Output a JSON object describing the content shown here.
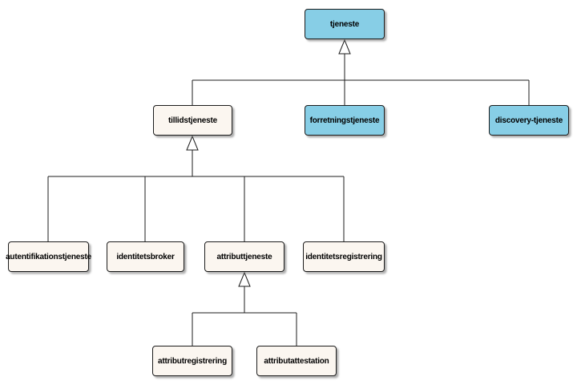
{
  "diagram": {
    "nodes": {
      "tjeneste": {
        "label": "tjeneste",
        "fill": "highlight"
      },
      "tillidstjeneste": {
        "label": "tillidstjeneste",
        "fill": "default"
      },
      "forretningstjeneste": {
        "label": "forretningstjeneste",
        "fill": "highlight"
      },
      "discovery-tjeneste": {
        "label": "discovery-tjeneste",
        "fill": "highlight"
      },
      "autentifikationstjeneste": {
        "label": "autentifikationstjeneste",
        "fill": "default"
      },
      "identitetsbroker": {
        "label": "identitetsbroker",
        "fill": "default"
      },
      "attributtjeneste": {
        "label": "attributtjeneste",
        "fill": "default"
      },
      "identitetsregistrering": {
        "label": "identitetsregistrering",
        "fill": "default"
      },
      "attributregistrering": {
        "label": "attributregistrering",
        "fill": "default"
      },
      "attributattestation": {
        "label": "attributattestation",
        "fill": "default"
      }
    },
    "edges": [
      {
        "from": "tillidstjeneste",
        "to": "tjeneste",
        "type": "generalization"
      },
      {
        "from": "forretningstjeneste",
        "to": "tjeneste",
        "type": "generalization"
      },
      {
        "from": "discovery-tjeneste",
        "to": "tjeneste",
        "type": "generalization"
      },
      {
        "from": "autentifikationstjeneste",
        "to": "tillidstjeneste",
        "type": "generalization"
      },
      {
        "from": "identitetsbroker",
        "to": "tillidstjeneste",
        "type": "generalization"
      },
      {
        "from": "attributtjeneste",
        "to": "tillidstjeneste",
        "type": "generalization"
      },
      {
        "from": "identitetsregistrering",
        "to": "tillidstjeneste",
        "type": "generalization"
      },
      {
        "from": "attributregistrering",
        "to": "attributtjeneste",
        "type": "generalization"
      },
      {
        "from": "attributattestation",
        "to": "attributtjeneste",
        "type": "generalization"
      }
    ],
    "colors": {
      "highlight_fill": "#87CEE6",
      "default_fill": "#FBF6F0",
      "border": "#1C1C1C",
      "background": "#FFFFFF"
    }
  }
}
